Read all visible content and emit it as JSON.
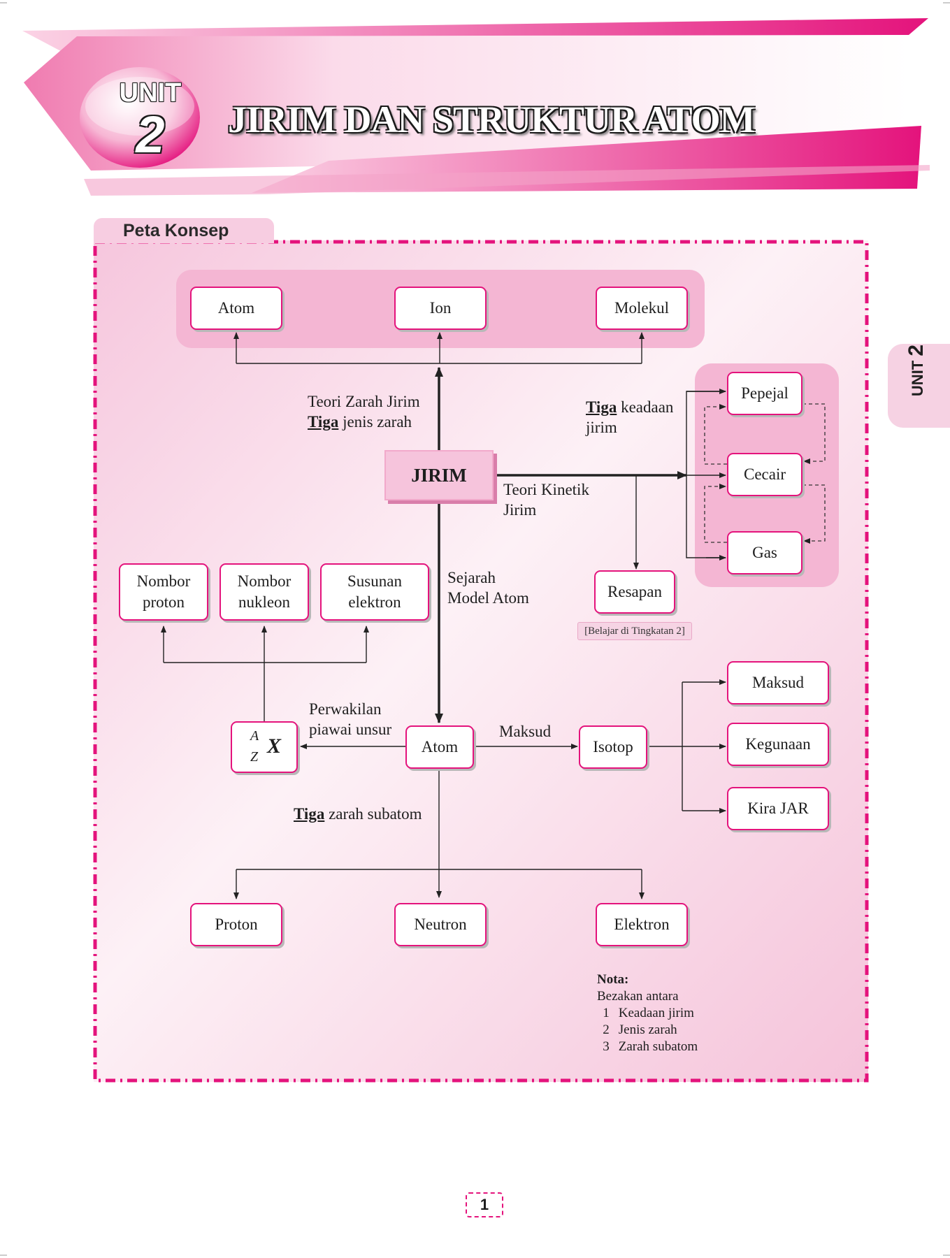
{
  "header": {
    "unit_word": "UNIT",
    "unit_number": "2",
    "chapter_title": "JIRIM DAN STRUKTUR ATOM"
  },
  "side_tab": {
    "word": "UNIT",
    "number": "2"
  },
  "concept_map": {
    "tab_label": "Peta Konsep",
    "center": "JIRIM",
    "particle_types": [
      "Atom",
      "Ion",
      "Molekul"
    ],
    "states": [
      "Pepejal",
      "Cecair",
      "Gas"
    ],
    "diffusion": "Resapan",
    "diffusion_note": "[Belajar di Tingkatan 2]",
    "atom_node": "Atom",
    "isotope_node": "Isotop",
    "isotope_branches": [
      "Maksud",
      "Kegunaan",
      "Kira JAR"
    ],
    "atom_parts": [
      "Nombor\nproton",
      "Nombor\nnukleon",
      "Susunan\nelektron"
    ],
    "notation": {
      "mass": "A",
      "atomic": "Z",
      "symbol": "X"
    },
    "subatomic": [
      "Proton",
      "Neutron",
      "Elektron"
    ],
    "labels": {
      "particle_theory_1": "Teori Zarah Jirim",
      "particle_theory_2_bold": "Tiga",
      "particle_theory_2_rest": " jenis zarah",
      "states_1_bold": "Tiga",
      "states_1_rest": " keadaan",
      "states_2": "jirim",
      "kinetic_1": "Teori Kinetik",
      "kinetic_2": "Jirim",
      "history_1": "Sejarah",
      "history_2": "Model Atom",
      "standard_1": "Perwakilan",
      "standard_2": "piawai unsur",
      "meaning": "Maksud",
      "subatomic_bold": "Tiga",
      "subatomic_rest": " zarah subatom"
    },
    "note": {
      "title": "Nota:",
      "intro": "Bezakan antara",
      "items": [
        {
          "n": "1",
          "text": "Keadaan jirim"
        },
        {
          "n": "2",
          "text": "Jenis zarah"
        },
        {
          "n": "3",
          "text": "Zarah subatom"
        }
      ]
    }
  },
  "colors": {
    "accent": "#e4137c",
    "light_pink": "#f6c4dc",
    "group_pink": "#f3b8d3"
  },
  "page_number": "1"
}
